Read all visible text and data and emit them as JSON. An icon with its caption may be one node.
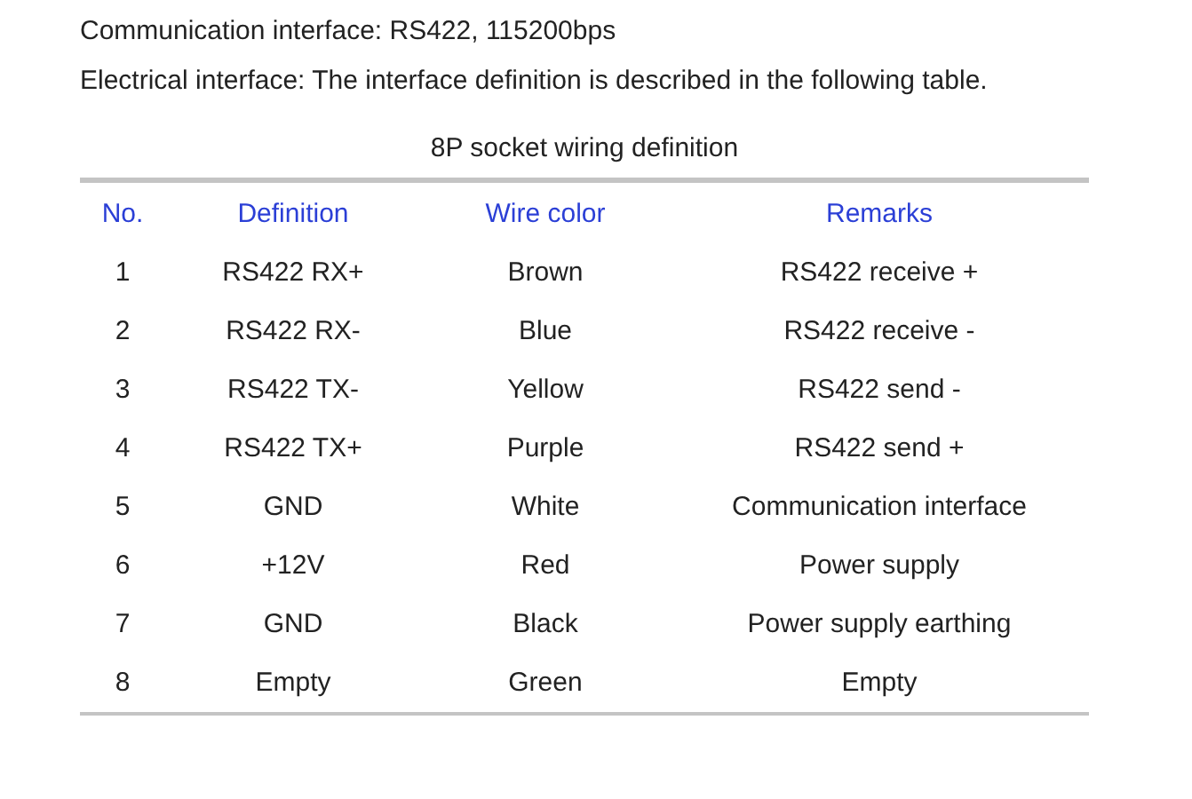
{
  "diagram": {
    "labels": [
      "Communication interface: RS422, 115200bps",
      "Electrical interface: The interface definition is described in the following table.",
      "8P socket wiring definition",
      "No.",
      "Definition",
      "Wire color",
      "Remarks",
      "1",
      "RS422 RX+",
      "Brown",
      "RS422 receive +",
      "2",
      "RS422 RX-",
      "Blue",
      "RS422 receive -",
      "3",
      "RS422 TX-",
      "Yellow",
      "RS422 send -",
      "4",
      "RS422 TX+",
      "Purple",
      "RS422 send +",
      "5",
      "GND",
      "White",
      "Communication interface",
      "6",
      "+12V",
      "Red",
      "Power supply",
      "7",
      "GND",
      "Black",
      "Power supply earthing",
      "8",
      "Empty",
      "Green",
      "Empty"
    ]
  }
}
